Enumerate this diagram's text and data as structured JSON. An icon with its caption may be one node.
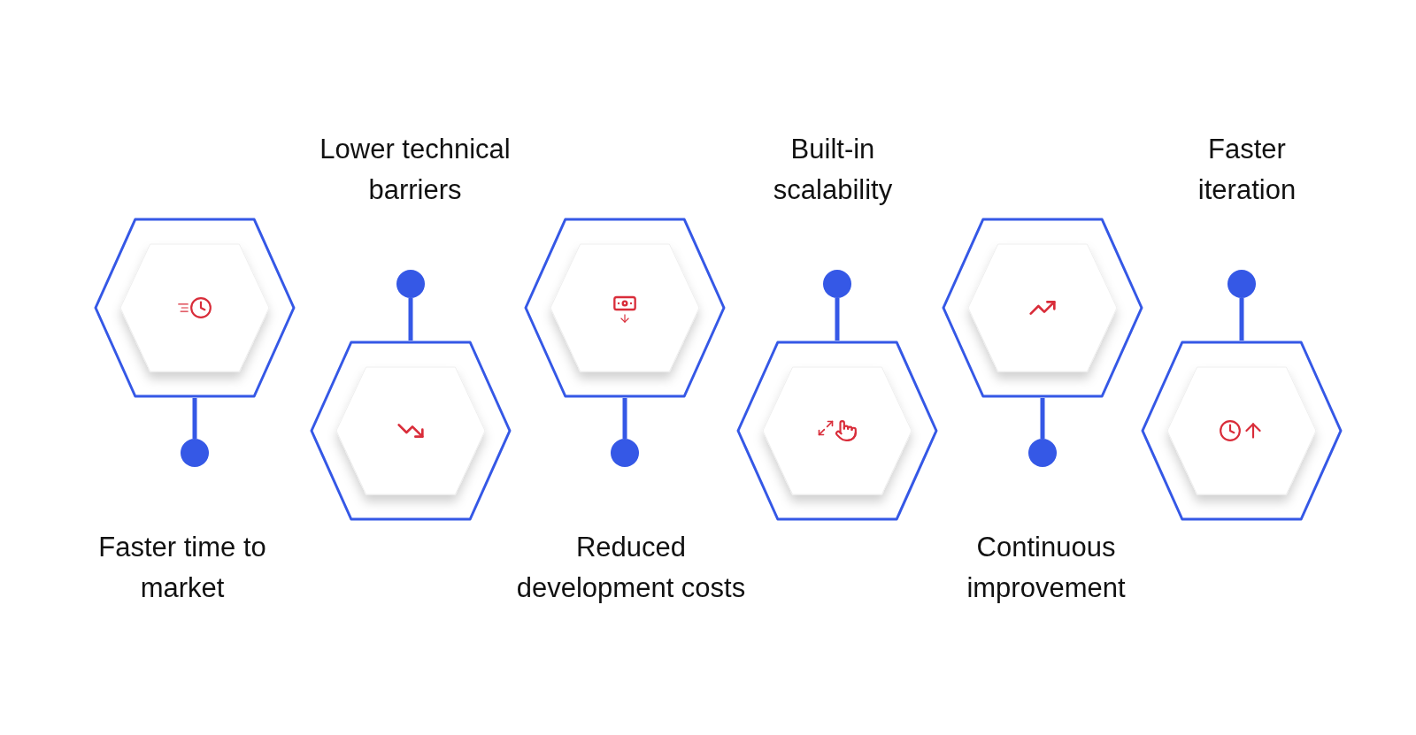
{
  "diagram": {
    "nodes": [
      {
        "text": [],
        "shape": "hexagon"
      },
      {
        "text": [],
        "shape": "circle"
      },
      {
        "text": [],
        "shape": "hexagon"
      },
      {
        "text": [],
        "shape": "circle"
      },
      {
        "text": [],
        "shape": "hexagon"
      },
      {
        "text": [],
        "shape": "circle"
      },
      {
        "text": [],
        "shape": "hexagon"
      },
      {
        "text": [],
        "shape": "circle"
      },
      {
        "text": [],
        "shape": "hexagon"
      },
      {
        "text": [],
        "shape": "circle"
      },
      {
        "text": [],
        "shape": "hexagon"
      },
      {
        "text": [],
        "shape": "circle"
      }
    ],
    "labels": [
      "Lower technical barriers",
      "Built-in scalability",
      "Faster iteration",
      "Faster time to market",
      "Reduced development costs",
      "Continuous improvement"
    ],
    "edges": [
      {
        "from": 0,
        "to": 1,
        "arrow": "none"
      },
      {
        "from": 2,
        "to": 3,
        "arrow": "none"
      },
      {
        "from": 4,
        "to": 5,
        "arrow": "none"
      },
      {
        "from": 6,
        "to": 7,
        "arrow": "none"
      },
      {
        "from": 8,
        "to": 9,
        "arrow": "none"
      },
      {
        "from": 10,
        "to": 11,
        "arrow": "none"
      }
    ]
  }
}
